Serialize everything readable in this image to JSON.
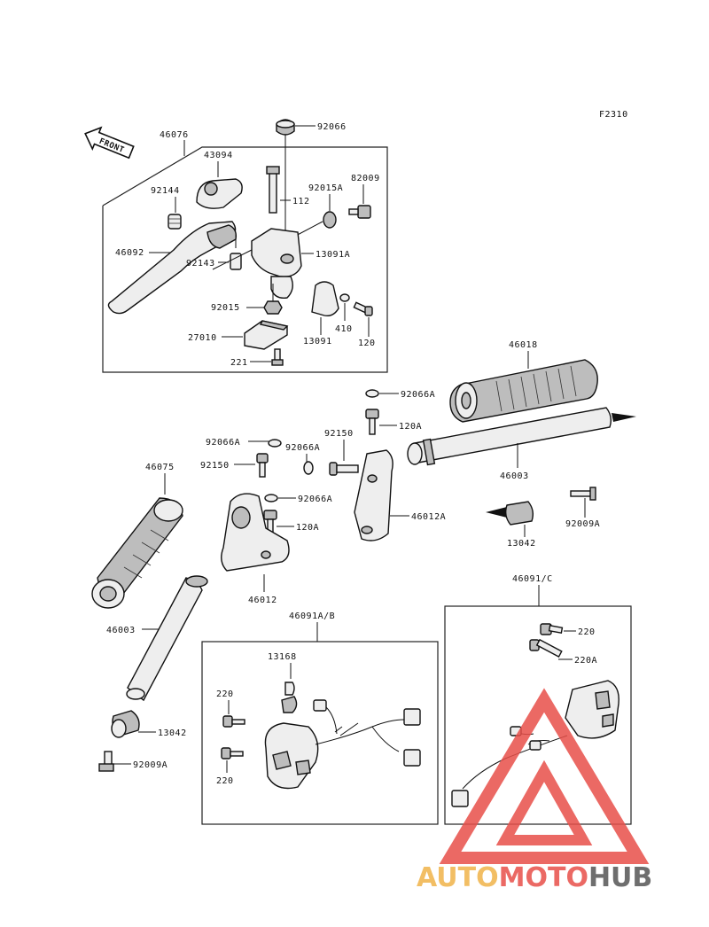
{
  "figure_code": "F2310",
  "front_arrow_text": "FRONT",
  "labels": {
    "p92066": "92066",
    "p46076": "46076",
    "p43094": "43094",
    "p92015A": "92015A",
    "p82009": "82009",
    "p92144": "92144",
    "p112": "112",
    "p46092": "46092",
    "p92143": "92143",
    "p13091A": "13091A",
    "p92015": "92015",
    "p27010": "27010",
    "p410": "410",
    "p13091": "13091",
    "p120": "120",
    "p221": "221",
    "p46018": "46018",
    "p92066A_a": "92066A",
    "p120A_a": "120A",
    "p92066A_b": "92066A",
    "p92150_a": "92150",
    "p92066A_c": "92066A",
    "p46075": "46075",
    "p92150_b": "92150",
    "p46003_a": "46003",
    "p92066A_d": "92066A",
    "p46012A": "46012A",
    "p120A_b": "120A",
    "p13042_a": "13042",
    "p92009A_a": "92009A",
    "p46012": "46012",
    "p46091C": "46091/C",
    "p46091AB": "46091A/B",
    "p220_a": "220",
    "p46003_b": "46003",
    "p220A": "220A",
    "p13168": "13168",
    "p220_b": "220",
    "p13042_b": "13042",
    "p220_c": "220",
    "p92009A_b": "92009A"
  },
  "watermark": {
    "part1": "AUTO",
    "part2": "MOTO",
    "part3": "HUB",
    "color1": "#f0b34a",
    "color2": "#e8504a",
    "color3": "#555555"
  }
}
